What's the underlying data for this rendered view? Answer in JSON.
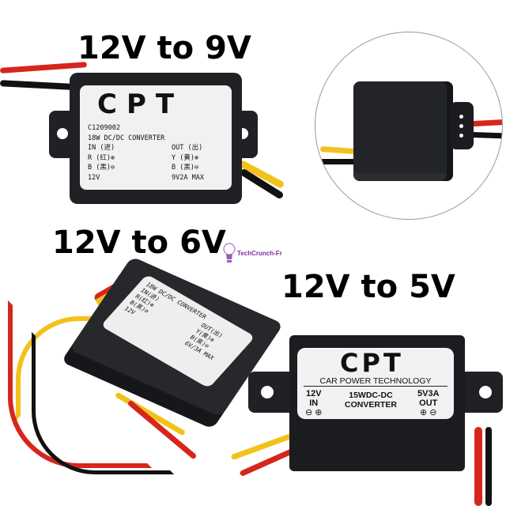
{
  "headings": {
    "top_left": "12V to 9V",
    "middle_left": "12V to 6V",
    "bottom_right": "12V to 5V"
  },
  "watermark": {
    "text": "TechCrunch-Fr",
    "color": "#7a2fa0"
  },
  "converter_9v": {
    "brand": "CPT",
    "model": "C1209002",
    "spec": "18W DC/DC CONVERTER",
    "in_label": "IN (进)",
    "out_label": "OUT (出)",
    "in_pos": "R (红)⊕",
    "out_pos": "Y (黄)⊕",
    "in_neg": "B (黑)⊖",
    "out_neg": "B (黑)⊖",
    "input_voltage": "12V",
    "output_rating": "9V2A MAX"
  },
  "converter_6v": {
    "spec": "18W DC/DC CONVERTER",
    "in_label": "IN(进)",
    "out_label": "OUT(出)",
    "in_pos": "R(红)⊕",
    "out_pos": "Y(黄)⊕",
    "in_neg": "B(黑)⊖",
    "out_neg": "B(黑)⊖",
    "input_voltage": "12V",
    "output_rating": "6V/3A MAX"
  },
  "converter_5v": {
    "brand": "CPT",
    "subtitle": "CAR POWER TECHNOLOGY",
    "input_voltage": "12V",
    "input_label": "IN",
    "spec_line1": "15WDC-DC",
    "spec_line2": "CONVERTER",
    "output_rating": "5V3A",
    "output_label": "OUT",
    "in_terminals": "⊖ ⊕",
    "out_terminals": "⊕ ⊖"
  },
  "colors": {
    "case": "#1f2125",
    "label": "#f1f1f1",
    "wire_red": "#d6261c",
    "wire_yellow": "#f2c21b",
    "wire_black": "#111111"
  }
}
